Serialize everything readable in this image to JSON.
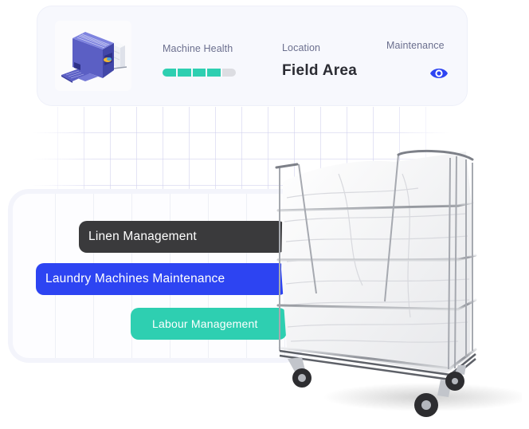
{
  "machine_card": {
    "thumbnail_icon": "laundry-machine-illustration",
    "health": {
      "label": "Machine Health",
      "segments_total": 5,
      "segments_filled": 4,
      "filled_color": "#2ecfb1",
      "empty_color": "#dcdde2"
    },
    "location": {
      "label": "Location",
      "value": "Field Area"
    },
    "maintenance": {
      "label": "Maintenance",
      "icon": "eye-icon",
      "icon_color": "#2d44f2"
    }
  },
  "services": [
    {
      "label": "Linen Management",
      "color": "#3a3a3c"
    },
    {
      "label": "Laundry Machines Maintenance",
      "color": "#2d44f2"
    },
    {
      "label": "Labour Management",
      "color": "#2ecfb1"
    }
  ],
  "hero_image": {
    "icon": "laundry-cart-with-linen"
  }
}
